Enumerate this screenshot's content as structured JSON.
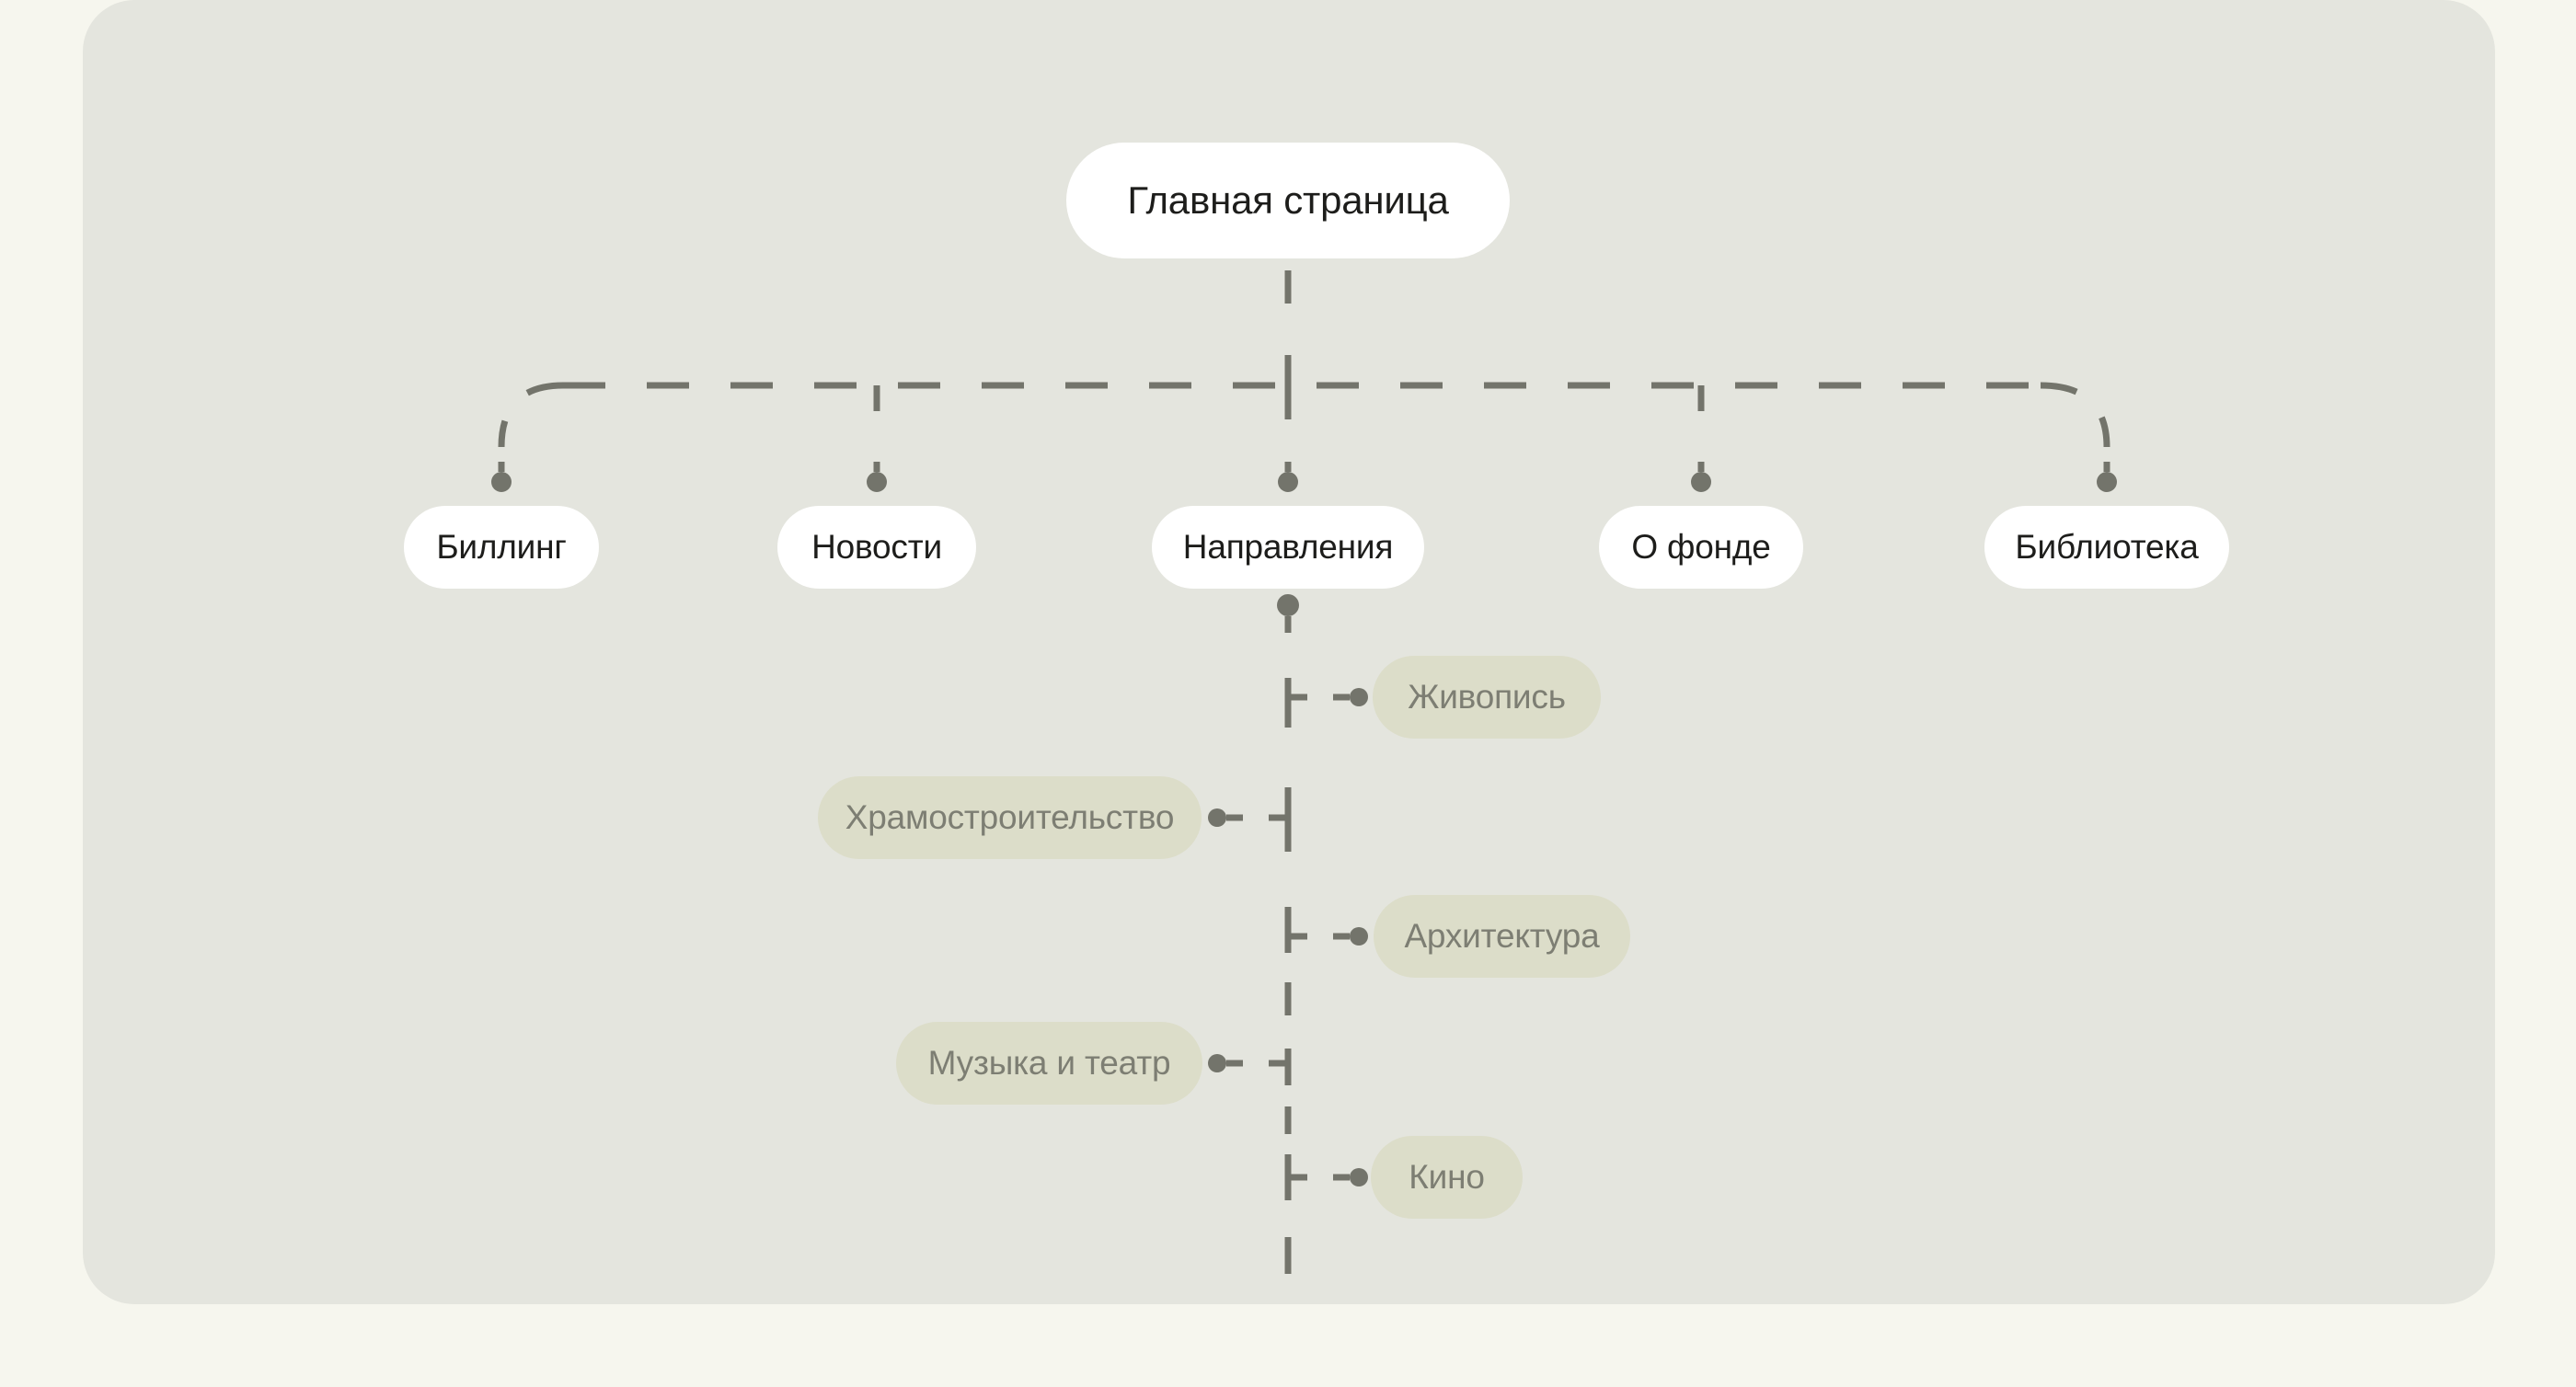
{
  "theme": {
    "bg": "#f6f6ee",
    "panel": "#e4e5de",
    "line": "#73746b",
    "node-bg": "#ffffff",
    "node-text": "#1d1d1b",
    "subnode-bg": "#dcddc9",
    "subnode-text": "#7d7e73"
  },
  "sitemap": {
    "root": {
      "label": "Главная страница"
    },
    "pages": [
      {
        "label": "Биллинг"
      },
      {
        "label": "Новости"
      },
      {
        "label": "Направления"
      },
      {
        "label": "О фонде"
      },
      {
        "label": "Библиотека"
      }
    ],
    "subpages": [
      {
        "label": "Живопись",
        "side": "right",
        "parent": "Направления"
      },
      {
        "label": "Храмостроительство",
        "side": "left",
        "parent": "Направления"
      },
      {
        "label": "Архитектура",
        "side": "right",
        "parent": "Направления"
      },
      {
        "label": "Музыка и театр",
        "side": "left",
        "parent": "Направления"
      },
      {
        "label": "Кино",
        "side": "right",
        "parent": "Направления"
      }
    ]
  }
}
